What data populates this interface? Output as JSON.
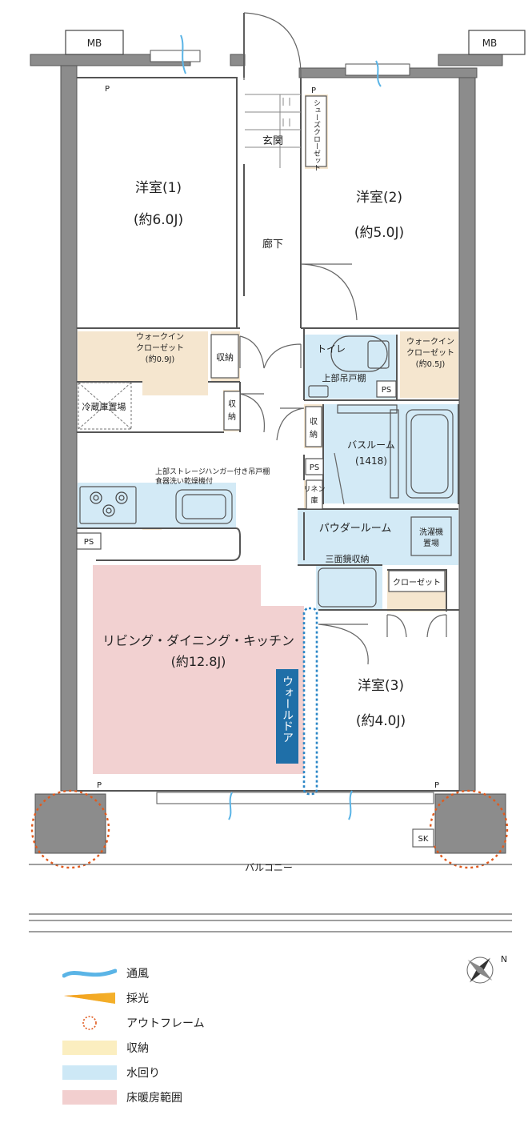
{
  "balcony_meters": {
    "left": "MB",
    "right": "MB"
  },
  "rooms": {
    "western_1": {
      "name": "洋室(1)",
      "size": "(約6.0J)"
    },
    "western_2": {
      "name": "洋室(2)",
      "size": "(約5.0J)"
    },
    "western_3": {
      "name": "洋室(3)",
      "size": "(約4.0J)"
    },
    "ldk": {
      "name": "リビング・ダイニング・キッチン",
      "size": "(約12.8J)"
    },
    "entrance": "玄関",
    "hallway": "廊下",
    "toilet": "トイレ",
    "bathroom": {
      "name": "バスルーム",
      "size": "(1418)"
    },
    "powder_room": "パウダールーム",
    "balcony": "バルコニー"
  },
  "storage": {
    "walkin_1": {
      "line1": "ウォークイン",
      "line2": "クローゼット",
      "line3": "(約0.9J)"
    },
    "walkin_2": {
      "line1": "ウォークイン",
      "line2": "クローゼット",
      "line3": "(約0.5J)"
    },
    "shoe_closet": "シューズクローゼット",
    "closet": "クローゼット",
    "storage_a": "収納",
    "storage_b": {
      "line1": "収",
      "line2": "納"
    },
    "storage_c": {
      "line1": "収",
      "line2": "納"
    },
    "linen": {
      "line1": "リネン",
      "line2": "庫"
    },
    "mirror_storage": "三面鏡収納",
    "upper_cabinet": "上部吊戸棚"
  },
  "fixtures": {
    "fridge": "冷蔵庫置場",
    "kitchen_note_1": "上部ストレージハンガー付き吊戸棚",
    "kitchen_note_2": "食器洗い乾燥機付",
    "washer": {
      "line1": "洗濯機",
      "line2": "置場"
    },
    "ps": "PS",
    "p": "P",
    "sk": "SK",
    "wall_door": "ウォールドア"
  },
  "compass": {
    "north_label": "N"
  },
  "legend": [
    {
      "label": "通風",
      "icon": "wind-swoosh",
      "color": "#5ab4e6"
    },
    {
      "label": "採光",
      "icon": "light-wedge",
      "color": "#f2a51c"
    },
    {
      "label": "アウトフレーム",
      "icon": "dotted-circle",
      "color": "#e05a1e"
    },
    {
      "label": "収納",
      "icon": "swatch",
      "color": "#fbeec0"
    },
    {
      "label": "水回り",
      "icon": "swatch",
      "color": "#cde8f6"
    },
    {
      "label": "床暖房範囲",
      "icon": "swatch",
      "color": "#f2cfcf"
    }
  ],
  "colors": {
    "storage": "#f5e6cf",
    "water": "#d3eaf6",
    "floor_heating": "#f2d1d1",
    "wall": "#8c8c8c",
    "outframe": "#e05a1e",
    "wall_door_badge": "#1f6fa8"
  }
}
